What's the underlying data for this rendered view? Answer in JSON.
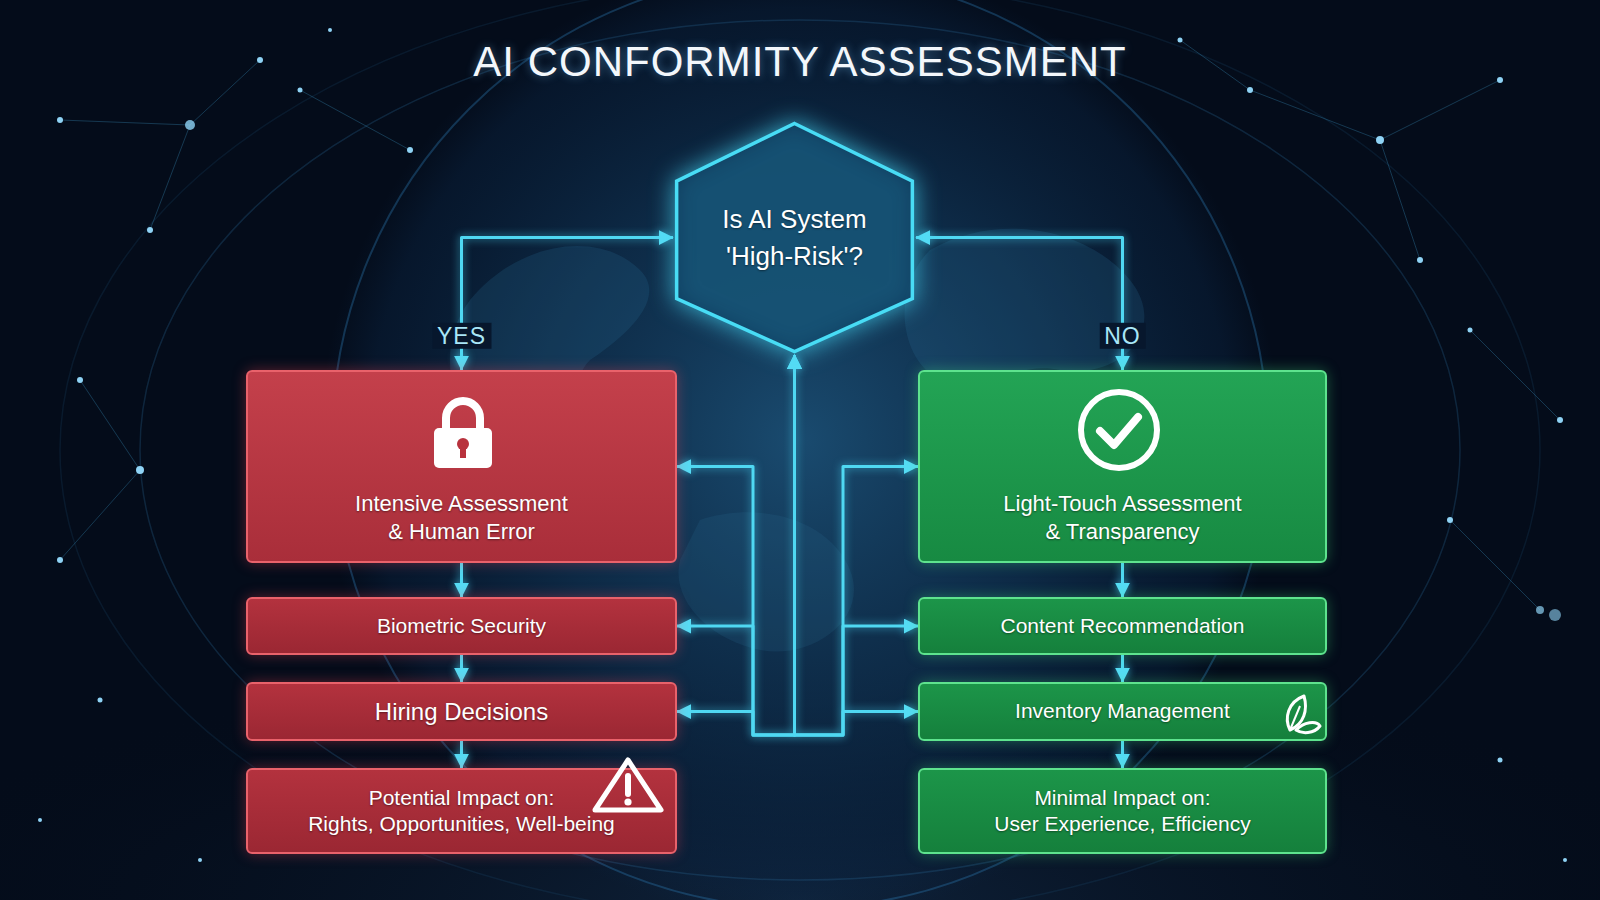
{
  "diagram": {
    "title": "AI CONFORMITY ASSESSMENT",
    "nodes": [
      {
        "text": [
          "Is AI System 'High-Risk'?"
        ]
      },
      {
        "text": [
          "Intensive Assessment & Human Error"
        ]
      },
      {
        "text": [
          "Biometric Security"
        ]
      },
      {
        "text": [
          "Hiring Decisions"
        ]
      },
      {
        "text": [
          "Potential Impact on:",
          "Rights, Opportunities, Well-being"
        ]
      },
      {
        "text": [
          "Light-Touch Assessment & Transparency"
        ]
      },
      {
        "text": [
          "Content Recommendation"
        ]
      },
      {
        "text": [
          "Inventory Management"
        ]
      },
      {
        "text": [
          "Minimal Impact on:",
          "User Experience, Efficiency"
        ]
      }
    ],
    "edges": [
      {
        "from": 0,
        "to": 1,
        "arrow": "both",
        "label": "YES"
      },
      {
        "from": 0,
        "to": 5,
        "arrow": "both",
        "label": "NO"
      },
      {
        "from": 1,
        "to": 2,
        "arrow": "to"
      },
      {
        "from": 2,
        "to": 3,
        "arrow": "to"
      },
      {
        "from": 3,
        "to": 4,
        "arrow": "to"
      },
      {
        "from": 5,
        "to": 6,
        "arrow": "to"
      },
      {
        "from": 6,
        "to": 7,
        "arrow": "to"
      },
      {
        "from": 7,
        "to": 8,
        "arrow": "to"
      },
      {
        "from": 0,
        "to": 1,
        "arrow": "both"
      },
      {
        "from": 0,
        "to": 2,
        "arrow": "both"
      },
      {
        "from": 0,
        "to": 3,
        "arrow": "both"
      },
      {
        "from": 0,
        "to": 5,
        "arrow": "both"
      },
      {
        "from": 0,
        "to": 6,
        "arrow": "both"
      },
      {
        "from": 0,
        "to": 7,
        "arrow": "both"
      }
    ]
  }
}
